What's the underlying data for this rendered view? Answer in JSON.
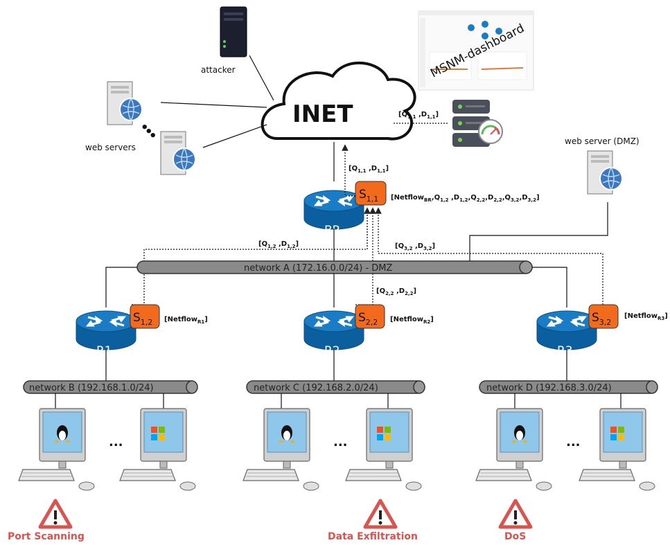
{
  "cloud": {
    "label": "INET"
  },
  "attacker": {
    "label": "attacker"
  },
  "web_servers": {
    "label": "web servers"
  },
  "dmz_server": {
    "label": "web server (DMZ)"
  },
  "dashboard": {
    "label": "MSNM-dashboard"
  },
  "routers": {
    "br": {
      "label": "BR",
      "sensor": "S",
      "sensor_sub": "1,1"
    },
    "r1": {
      "label": "R1",
      "sensor": "S",
      "sensor_sub": "1,2",
      "netflow": "[Netflow",
      "netflow_sub": "R1",
      "netflow_end": "]"
    },
    "r2": {
      "label": "R2",
      "sensor": "S",
      "sensor_sub": "2,2",
      "netflow": "[Netflow",
      "netflow_sub": "R2",
      "netflow_end": "]"
    },
    "r3": {
      "label": "R3",
      "sensor": "S",
      "sensor_sub": "3,2",
      "netflow": "[Netflow",
      "netflow_sub": "R3",
      "netflow_end": "]"
    }
  },
  "networks": {
    "a": "network A (172.16.0.0/24) - DMZ",
    "b": "network B (192.168.1.0/24)",
    "c": "network C (192.168.2.0/24)",
    "d": "network D (192.168.3.0/24)"
  },
  "annotations": {
    "q11_to_server": {
      "open": "[Q",
      "s1": "1,1",
      "mid": " ,D",
      "s2": "1,1",
      "close": "]"
    },
    "q11_up": {
      "open": "[Q",
      "s1": "1,1",
      "mid": " ,D",
      "s2": "1,1",
      "close": "]"
    },
    "br_flow": {
      "p1": "[Netflow",
      "s1": "BR",
      "p2": ",Q",
      "s2": "1,2",
      "p3": " ,D",
      "s3": "1,2",
      "p4": ",Q",
      "s4": "2,2",
      "p5": ",D",
      "s5": "2,2",
      "p6": ",Q",
      "s6": "3,2",
      "p7": ",D",
      "s7": "3,2",
      "p8": "]"
    },
    "q12": {
      "open": "[Q",
      "s1": "1,2",
      "mid": " ,D",
      "s2": "1,2",
      "close": "]"
    },
    "q32": {
      "open": "[Q",
      "s1": "3,2",
      "mid": " ,D",
      "s2": "3,2",
      "close": "]"
    },
    "q22": {
      "open": "[Q",
      "s1": "2,2",
      "mid": " ,D",
      "s2": "2,2",
      "close": "]"
    }
  },
  "ellipsis": "...",
  "alerts": {
    "b": "Port Scanning",
    "c": "Data Exfiltration",
    "d": "DoS"
  },
  "colors": {
    "router_blue": "#0a6fb5",
    "sensor_orange": "#f26b1d",
    "alert_red": "#d9534f",
    "pipe_gray": "#8a8a8a"
  }
}
